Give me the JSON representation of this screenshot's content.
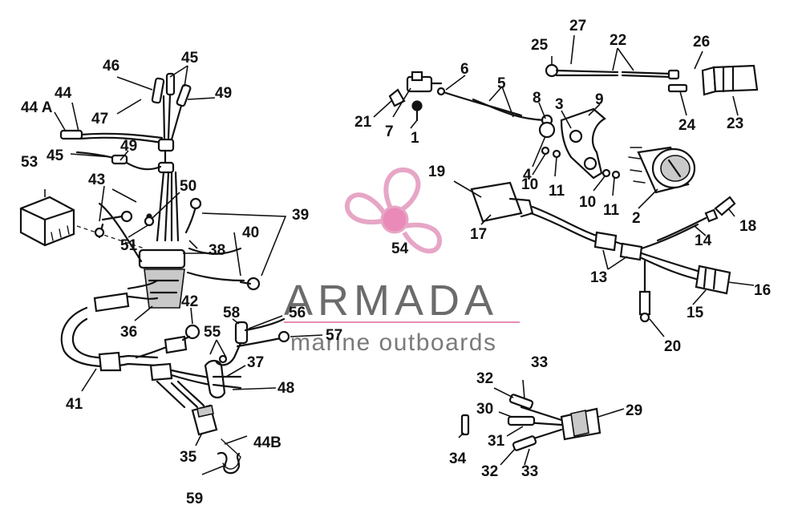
{
  "brand": {
    "name": "ARMADA",
    "tagline": "marine outboards",
    "accent_color": "#e98ab8",
    "text_color": "#6b6b6b"
  },
  "callouts": [
    {
      "id": "c1",
      "label": "1"
    },
    {
      "id": "c2",
      "label": "2"
    },
    {
      "id": "c3",
      "label": "3"
    },
    {
      "id": "c4",
      "label": "4"
    },
    {
      "id": "c5",
      "label": "5"
    },
    {
      "id": "c6",
      "label": "6"
    },
    {
      "id": "c7",
      "label": "7"
    },
    {
      "id": "c8",
      "label": "8"
    },
    {
      "id": "c9",
      "label": "9"
    },
    {
      "id": "c10a",
      "label": "10"
    },
    {
      "id": "c10b",
      "label": "10"
    },
    {
      "id": "c11a",
      "label": "11"
    },
    {
      "id": "c11b",
      "label": "11"
    },
    {
      "id": "c13",
      "label": "13"
    },
    {
      "id": "c14",
      "label": "14"
    },
    {
      "id": "c15",
      "label": "15"
    },
    {
      "id": "c16",
      "label": "16"
    },
    {
      "id": "c17",
      "label": "17"
    },
    {
      "id": "c18",
      "label": "18"
    },
    {
      "id": "c19",
      "label": "19"
    },
    {
      "id": "c20",
      "label": "20"
    },
    {
      "id": "c21",
      "label": "21"
    },
    {
      "id": "c22",
      "label": "22"
    },
    {
      "id": "c23",
      "label": "23"
    },
    {
      "id": "c24",
      "label": "24"
    },
    {
      "id": "c25",
      "label": "25"
    },
    {
      "id": "c26",
      "label": "26"
    },
    {
      "id": "c27",
      "label": "27"
    },
    {
      "id": "c29",
      "label": "29"
    },
    {
      "id": "c30",
      "label": "30"
    },
    {
      "id": "c31",
      "label": "31"
    },
    {
      "id": "c32a",
      "label": "32"
    },
    {
      "id": "c32b",
      "label": "32"
    },
    {
      "id": "c33a",
      "label": "33"
    },
    {
      "id": "c33b",
      "label": "33"
    },
    {
      "id": "c34",
      "label": "34"
    },
    {
      "id": "c35",
      "label": "35"
    },
    {
      "id": "c36",
      "label": "36"
    },
    {
      "id": "c37",
      "label": "37"
    },
    {
      "id": "c38",
      "label": "38"
    },
    {
      "id": "c39",
      "label": "39"
    },
    {
      "id": "c40",
      "label": "40"
    },
    {
      "id": "c41",
      "label": "41"
    },
    {
      "id": "c42",
      "label": "42"
    },
    {
      "id": "c43",
      "label": "43"
    },
    {
      "id": "c44",
      "label": "44"
    },
    {
      "id": "c44a",
      "label": "44 A"
    },
    {
      "id": "c44b",
      "label": "44B"
    },
    {
      "id": "c45a",
      "label": "45"
    },
    {
      "id": "c45b",
      "label": "45"
    },
    {
      "id": "c46",
      "label": "46"
    },
    {
      "id": "c47",
      "label": "47"
    },
    {
      "id": "c48",
      "label": "48"
    },
    {
      "id": "c49a",
      "label": "49"
    },
    {
      "id": "c49b",
      "label": "49"
    },
    {
      "id": "c50",
      "label": "50"
    },
    {
      "id": "c51",
      "label": "51"
    },
    {
      "id": "c53",
      "label": "53"
    },
    {
      "id": "c54",
      "label": "54"
    },
    {
      "id": "c55",
      "label": "55"
    },
    {
      "id": "c56",
      "label": "56"
    },
    {
      "id": "c57",
      "label": "57"
    },
    {
      "id": "c58",
      "label": "58"
    },
    {
      "id": "c59",
      "label": "59"
    }
  ]
}
